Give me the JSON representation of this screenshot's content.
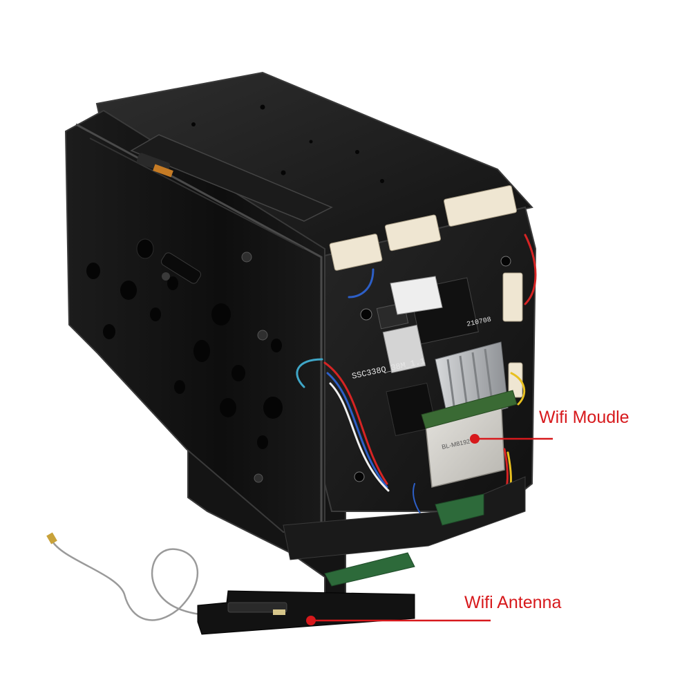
{
  "annotations": {
    "wifi_module": {
      "label": "Wifi Moudle",
      "color": "#d7191c"
    },
    "wifi_antenna": {
      "label": "Wifi Antenna",
      "color": "#d7191c"
    }
  },
  "board": {
    "model_text": "SSC338Q_38M_1.1",
    "date_code": "210708",
    "module_chip_text": "BL-M8192"
  },
  "colors": {
    "camera_body": "#151515",
    "pcb": "#1a1a1a",
    "heatsink": "#b9bcc0",
    "connector": "#efe6d2",
    "annotation": "#d7191c"
  }
}
